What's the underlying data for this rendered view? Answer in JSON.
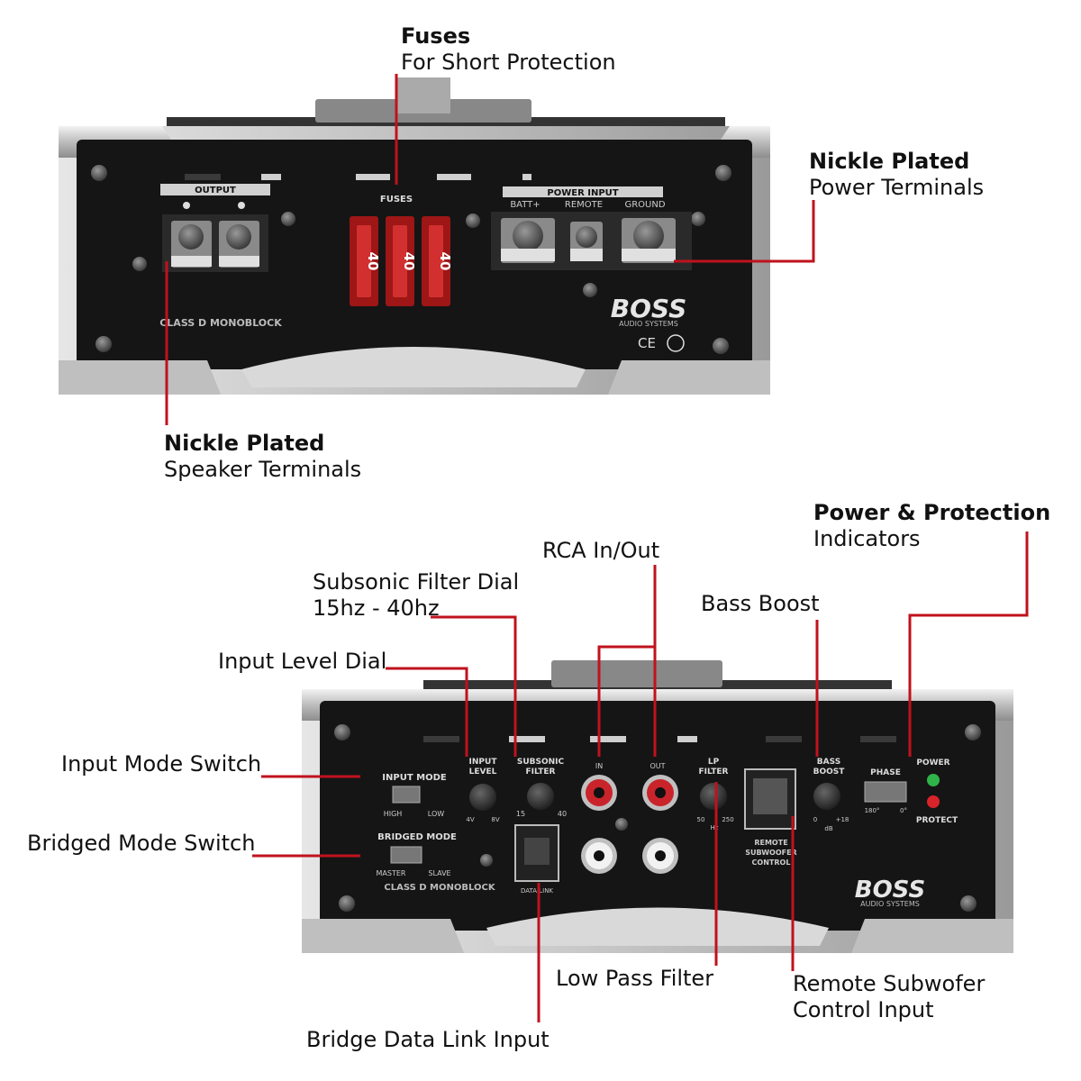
{
  "top_panel": {
    "output_label": "OUTPUT",
    "fuses_label": "FUSES",
    "fuse_values": [
      "40",
      "40",
      "40"
    ],
    "power_input_label": "POWER INPUT",
    "terminal_labels": [
      "BATT+",
      "REMOTE",
      "GROUND"
    ],
    "model_label": "CLASS D MONOBLOCK",
    "brand": "BOSS",
    "brand_sub": "AUDIO SYSTEMS",
    "cert_marks": "CE"
  },
  "bottom_panel": {
    "input_mode_label": "INPUT MODE",
    "input_mode_high": "HIGH",
    "input_mode_low": "LOW",
    "bridged_mode_label": "BRIDGED MODE",
    "bridged_master": "MASTER",
    "bridged_slave": "SLAVE",
    "model_label": "CLASS D MONOBLOCK",
    "input_level_label": [
      "INPUT",
      "LEVEL"
    ],
    "input_level_range": [
      "4V",
      "8V"
    ],
    "subsonic_label": [
      "SUBSONIC",
      "FILTER"
    ],
    "subsonic_range": [
      "15",
      "40"
    ],
    "data_link_label": "DATA LINK",
    "rca_in": "IN",
    "rca_out": "OUT",
    "lp_filter_label": [
      "LP",
      "FILTER"
    ],
    "lp_range": [
      "50",
      "250"
    ],
    "lp_unit": "Hz",
    "remote_label": [
      "REMOTE",
      "SUBWOOFER",
      "CONTROL"
    ],
    "bass_boost_label": [
      "BASS",
      "BOOST"
    ],
    "bass_range": [
      "0",
      "+18"
    ],
    "bass_unit": "dB",
    "phase_label": "PHASE",
    "phase_values": [
      "180°",
      "0°"
    ],
    "power_label": "POWER",
    "protect_label": "PROTECT",
    "brand": "BOSS",
    "brand_sub": "AUDIO SYSTEMS"
  },
  "callouts": {
    "fuses": {
      "line1": "Fuses",
      "line2": "For Short Protection"
    },
    "power_terminals": {
      "line1": "Nickle Plated",
      "line2": "Power Terminals"
    },
    "speaker_terminals": {
      "line1": "Nickle Plated",
      "line2": "Speaker Terminals"
    },
    "power_protection": {
      "line1": "Power & Protection",
      "line2": "Indicators"
    },
    "rca": {
      "line1": "RCA In/Out"
    },
    "subsonic": {
      "line1": "Subsonic Filter Dial",
      "line2": "15hz - 40hz"
    },
    "bass_boost": {
      "line1": "Bass Boost"
    },
    "input_level": {
      "line1": "Input Level Dial"
    },
    "input_mode": {
      "line1": "Input Mode Switch"
    },
    "bridged_mode": {
      "line1": "Bridged Mode Switch"
    },
    "low_pass": {
      "line1": "Low Pass Filter"
    },
    "remote_sub": {
      "line1": "Remote Subwofer",
      "line2": "Control Input"
    },
    "bridge_data": {
      "line1": "Bridge Data Link Input"
    }
  },
  "colors": {
    "leader_line": "#c0121d",
    "panel": "#141414",
    "chassis": "#c9c9c9",
    "fuse": "#b41a1a",
    "led_power": "#2fb34a",
    "led_protect": "#d9232a"
  }
}
